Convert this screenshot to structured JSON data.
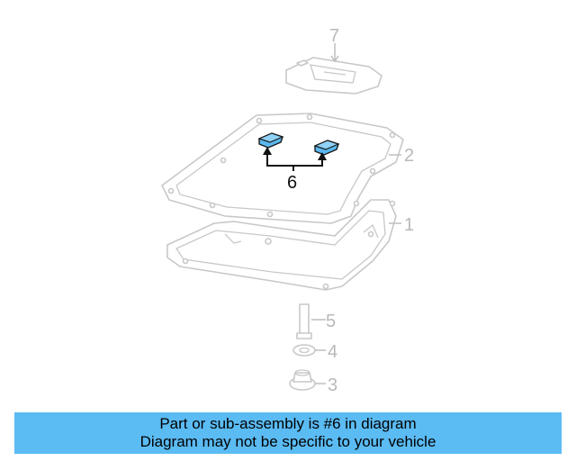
{
  "diagram": {
    "callouts": {
      "part1": "1",
      "part2": "2",
      "part3": "3",
      "part4": "4",
      "part5": "5",
      "part6": "6",
      "part7": "7"
    },
    "highlight_color": "#5ab8ef"
  },
  "banner": {
    "line1": "Part or sub-assembly is #6 in diagram",
    "line2": "Diagram may not be specific to your vehicle",
    "background": "#5bbbf3"
  }
}
